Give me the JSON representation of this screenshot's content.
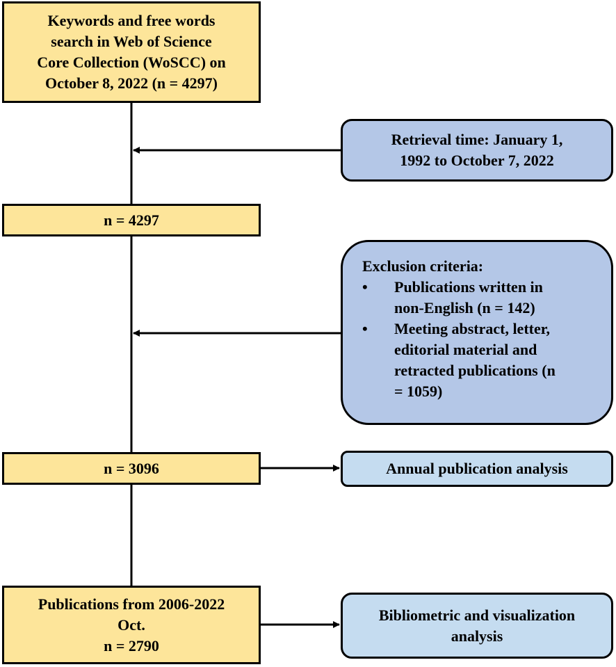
{
  "nodes": {
    "search": {
      "lines": [
        "Keywords and free words",
        "search in Web of Science",
        "Core Collection (WoSCC) on",
        "October 8, 2022 (n = 4297)"
      ]
    },
    "n4297": {
      "text": "n = 4297"
    },
    "retrieval": {
      "lines": [
        "Retrieval time: January 1,",
        "1992 to October 7, 2022"
      ]
    },
    "exclusion": {
      "title": "Exclusion criteria:",
      "bullet": "•",
      "items": [
        {
          "lines": [
            "Publications written in",
            "non-English (n = 142)"
          ]
        },
        {
          "lines": [
            "Meeting abstract, letter,",
            "editorial material and",
            "retracted publications (n",
            "= 1059)"
          ]
        }
      ]
    },
    "n3096": {
      "text": "n = 3096"
    },
    "annual": {
      "text": "Annual publication analysis"
    },
    "final": {
      "lines": [
        "Publications from 2006-2022",
        "Oct.",
        "n = 2790"
      ]
    },
    "biblio": {
      "lines": [
        "Bibliometric and visualization",
        "analysis"
      ]
    }
  },
  "edges": [
    {
      "from": "search",
      "to": "n4297"
    },
    {
      "from": "retrieval",
      "to": "search-n4297-line"
    },
    {
      "from": "n4297",
      "to": "n3096"
    },
    {
      "from": "exclusion",
      "to": "n4297-n3096-line"
    },
    {
      "from": "n3096",
      "to": "annual"
    },
    {
      "from": "n3096",
      "to": "final"
    },
    {
      "from": "final",
      "to": "biblio"
    }
  ],
  "colors": {
    "main_box": "#fde59a",
    "criteria_box": "#b4c7e7",
    "output_box": "#c5dcf0",
    "stroke": "#000000"
  }
}
